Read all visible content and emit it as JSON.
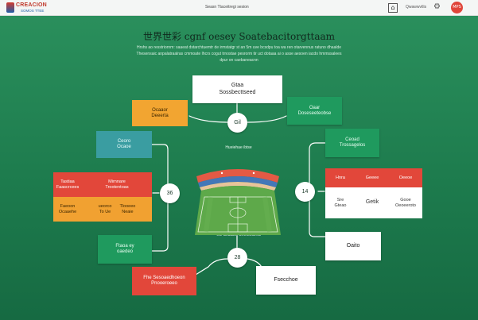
{
  "topbar": {
    "brand_line1": "CREACION",
    "brand_line2": "SOMOS TTEE",
    "center_text": "Seasn Ttaceitregi sesion",
    "right_link": "Qwawwvtlis",
    "home_icon": "house-icon",
    "gear_icon": "gear-icon",
    "avatar_text": "MPS"
  },
  "diagram": {
    "title": "世界世彩 cgnf oesey Soatebacitorgttaam",
    "subtitle_lines": [
      "Hrshs ao resstriornm: saaeat dstarchtuemtr de irmstatgr st an 5m uve bcsdpu toa wa ren otarvennus ratuno dhaalde",
      "Thesensaic anpalatraalras cmmoate Ihcrs cogut trnostae pesrorm tir uct dotaaa ai o asse aesoen iacdo hmmssalees",
      "dpur on caebaneacnn"
    ],
    "top_box": {
      "line1": "Gtaa",
      "line2": "Sossbecttseed"
    },
    "top_right_box": {
      "line1": "Oaar",
      "line2": "Doseseeteobse"
    },
    "left_orange_box": {
      "line1": "Ocaaor",
      "line2": "Deeerta"
    },
    "left_teal_box": {
      "line1": "Ceoro",
      "line2": "Ocaoe"
    },
    "right_green_box": {
      "line1": "Ceoad",
      "line2": "Trossagelos"
    },
    "left_bottom_box": {
      "line1": "Ftaoa ey",
      "line2": "oaedeo"
    },
    "right_bottom_box": {
      "line1": "Oaito"
    },
    "bottom_red_box": {
      "line1": "Fhe Sesoaedhoeon",
      "line2": "Pnooeroeeo"
    },
    "bottom_white_box": {
      "line1": "Fsecchoe"
    },
    "circle_top": "Gil",
    "circle_left": "36",
    "circle_right": "14",
    "circle_bottom": "28",
    "stadium_top_label": "Hueiehae ibtse",
    "stadium_bottom_label": "ete Seaisbo Oeetoestrea",
    "left_grid": [
      [
        "Tastiaa",
        "Faascrcees"
      ],
      [
        "Mirnnare",
        "Trootentoas"
      ],
      [
        "Faeoon",
        "Ocaaehe"
      ],
      [
        "ueorco",
        "To Ue"
      ],
      [
        "Tlooeeo",
        "Neaie"
      ]
    ],
    "right_grid": {
      "row1": [
        "Hnra",
        "Geeee",
        "Oeeoe"
      ],
      "row2_left": [
        "Sre",
        "Gteao"
      ],
      "row2_mid": "Getik",
      "row2_right": [
        "Gooe",
        "Oeoeeroto"
      ]
    }
  },
  "colors": {
    "bg_top": "#2a8f5c",
    "bg_bottom": "#166a42",
    "orange": "#f2a531",
    "red": "#e2473a",
    "teal": "#3a9da1",
    "green_box": "#1f9a5e"
  }
}
